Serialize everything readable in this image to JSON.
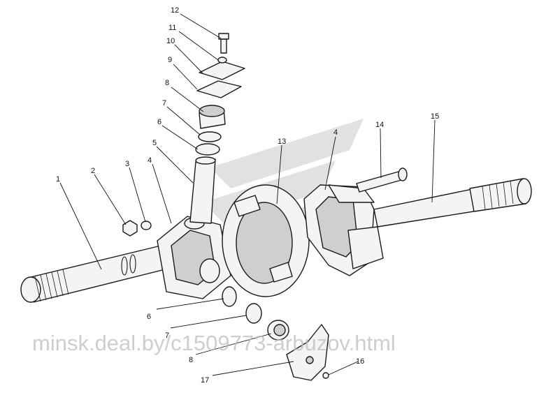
{
  "callouts": {
    "c1": "1",
    "c2": "2",
    "c3": "3",
    "c4a": "4",
    "c4b": "4",
    "c5": "5",
    "c6a": "6",
    "c6b": "6",
    "c7a": "7",
    "c7b": "7",
    "c8a": "8",
    "c8b": "8",
    "c9": "9",
    "c10": "10",
    "c11": "11",
    "c12": "12",
    "c13": "13",
    "c14": "14",
    "c15": "15",
    "c16": "16",
    "c17": "17"
  },
  "watermark": {
    "text": "minsk.deal.by/c1509773-arbuzov.html"
  }
}
